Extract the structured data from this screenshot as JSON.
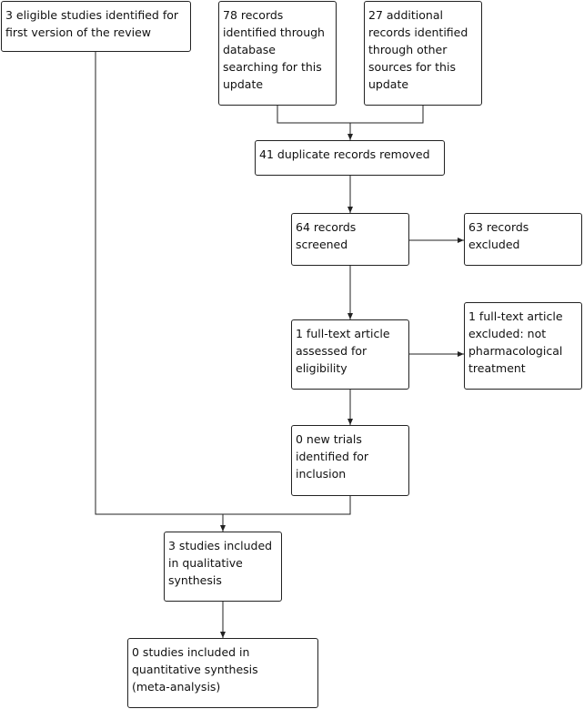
{
  "boxes": {
    "eligible_first_version": "3 eligible studies identified for\nfirst version of the review",
    "database_records": "78 records\nidentified through\ndatabase\nsearching for this\nupdate",
    "other_sources": "27 additional\nrecords identified\nthrough other\nsources for this\nupdate",
    "duplicates_removed": "41 duplicate records removed",
    "screened": "64 records\nscreened",
    "excluded": "63 records\nexcluded",
    "fulltext_assessed": "1 full-text article\nassessed for\neligibility",
    "fulltext_excluded": "1 full-text article\nexcluded: not\npharmacological\ntreatment",
    "new_trials": "0 new trials\nidentified for\ninclusion",
    "qualitative": "3 studies included\nin qualitative\nsynthesis",
    "quantitative": "0 studies included in\nquantitative synthesis\n(meta-analysis)"
  }
}
